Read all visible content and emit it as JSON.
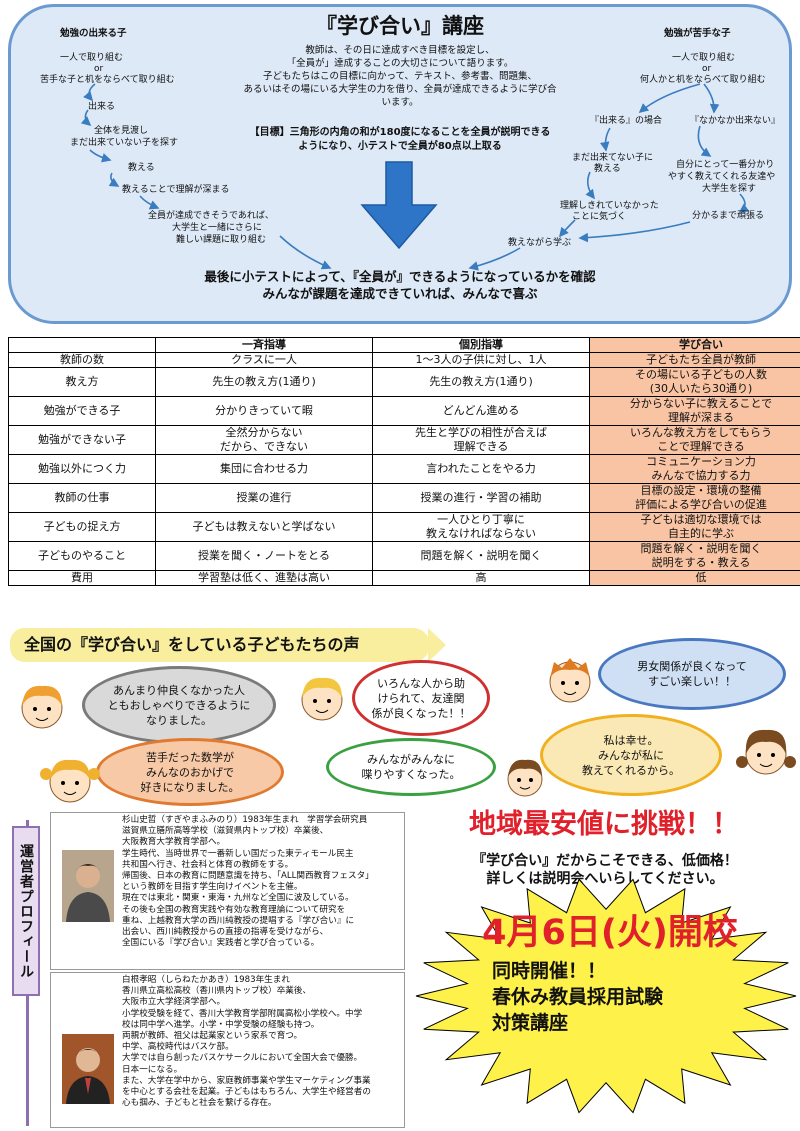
{
  "top": {
    "title": "『学び合い』講座",
    "left_flow": {
      "header": "勉強の出来る子",
      "step1": "一人で取り組む",
      "or": "or",
      "step1b": "苦手な子と机をならべて取り組む",
      "step2": "出来る",
      "step3a": "全体を見渡し",
      "step3b": "まだ出来ていない子を探す",
      "step4": "教える",
      "step5": "教えることで理解が深まる",
      "step6a": "全員が達成できそうであれば、",
      "step6b": "大学生と一緒にさらに",
      "step6c": "難しい課題に取り組む"
    },
    "right_flow": {
      "header": "勉強が苦手な子",
      "step1": "一人で取り組む",
      "or": "or",
      "step1b": "何人かと机をならべて取り組む",
      "branch_a": "『出来る』の場合",
      "branch_b": "『なかなか出来ない』",
      "a1a": "まだ出来てない子に",
      "a1b": "教える",
      "a2a": "理解しきれていなかった",
      "a2b": "ことに気づく",
      "a3": "教えながら学ぶ",
      "b1a": "自分にとって一番分かり",
      "b1b": "やすく教えてくれる友達や",
      "b1c": "大学生を探す",
      "b2": "分かるまで頑張る"
    },
    "center_lines": [
      "教師は、その日に達成すべき目標を設定し、",
      "「全員が」達成することの大切さについて語ります。",
      "子どもたちはこの目標に向かって、テキスト、参考書、問題集、",
      "あるいはその場にいる大学生の力を借り、全員が達成できるように学び合",
      "います。"
    ],
    "goal_lines": [
      "【目標】三角形の内角の和が180度になることを全員が説明できる",
      "ようになり、小テストで全員が80点以上取る"
    ],
    "final_lines": [
      "最後に小テストによって、『全員が』できるようになっているかを確認",
      "みんなが課題を達成できていれば、みんなで喜ぶ"
    ]
  },
  "table": {
    "headers": [
      "",
      "一斉指導",
      "個別指導",
      "学び合い"
    ],
    "rows": [
      {
        "label": "教師の数",
        "c1": "クラスに一人",
        "c2": "1～3人の子供に対し、1人",
        "c3": "子どもたち全員が教師"
      },
      {
        "label": "教え方",
        "c1": "先生の教え方(1通り)",
        "c2": "先生の教え方(1通り)",
        "c3": "その場にいる子どもの人数\n(30人いたら30通り)"
      },
      {
        "label": "勉強ができる子",
        "c1": "分かりきっていて暇",
        "c2": "どんどん進める",
        "c3": "分からない子に教えることで\n理解が深まる"
      },
      {
        "label": "勉強ができない子",
        "c1": "全然分からない\nだから、できない",
        "c2": "先生と学びの相性が合えば\n理解できる",
        "c3": "いろんな教え方をしてもらう\nことで理解できる"
      },
      {
        "label": "勉強以外につく力",
        "c1": "集団に合わせる力",
        "c2": "言われたことをやる力",
        "c3": "コミュニケーション力\nみんなで協力する力"
      },
      {
        "label": "教師の仕事",
        "c1": "授業の進行",
        "c2": "授業の進行・学習の補助",
        "c3": "目標の設定・環境の整備\n評価による学び合いの促進"
      },
      {
        "label": "子どもの捉え方",
        "c1": "子どもは教えないと学ばない",
        "c2": "一人ひとり丁寧に\n教えなければならない",
        "c3": "子どもは適切な環境では\n自主的に学ぶ"
      },
      {
        "label": "子どものやること",
        "c1": "授業を聞く・ノートをとる",
        "c2": "問題を解く・説明を聞く",
        "c3": "問題を解く・説明を聞く\n説明をする・教える"
      },
      {
        "label": "費用",
        "c1": "学習塾は低く、進塾は高い",
        "c2": "高",
        "c3": "低"
      }
    ]
  },
  "voices": {
    "banner": "全国の『学び合い』をしている子どもたちの声",
    "bubbles": [
      {
        "text": "あんまり仲良くなかった人\nともおしゃべりできるように\nなりました。",
        "color": "#7a7a7a",
        "fill": "#d9d9d9"
      },
      {
        "text": "いろんな人から助\nけられて、友達関\n係が良くなった！！",
        "color": "#d03030",
        "fill": "#ffffff"
      },
      {
        "text": "男女関係が良くなって\nすごい楽しい！！",
        "color": "#4a78c0",
        "fill": "#cfe0f5"
      },
      {
        "text": "苦手だった数学が\nみんなのおかげで\n好きになりました。",
        "color": "#e07a30",
        "fill": "#f7c9a6"
      },
      {
        "text": "みんながみんなに\n喋りやすくなった。",
        "color": "#3aa040",
        "fill": "#ffffff"
      },
      {
        "text": "私は幸せ。\nみんなが私に\n教えてくれるから。",
        "color": "#f0b020",
        "fill": "#fbe9b5"
      }
    ]
  },
  "profile": {
    "tab": "運営者プロフィール",
    "p1": [
      "杉山史哲（すぎやまふみのり）1983年生まれ　学習学会研究員",
      "滋賀県立膳所高等学校（滋賀県内トップ校）卒業後、",
      "大阪教育大学教育学部へ。",
      "学生時代、当時世界で一番新しい国だった東ティモール民主",
      "共和国へ行き、社会科と体育の教師をする。",
      "帰国後、日本の教育に問題意識を持ち、「ALL関西教育フェスタ」",
      "という教師を目指す学生向けイベントを主催。",
      "現在では東北・関東・東海・九州など全国に波及している。",
      "その後も全国の教育実践や有効な教育理論について研究を",
      "重ね、上越教育大学の西川純教授の提唱する『学び合い』に",
      "出会い、西川純教授からの直接の指導を受けながら、",
      "全国にいる『学び合い』実践者と学び合っている。"
    ],
    "p2": [
      "白根孝昭（しらねたかあき）1983年生まれ",
      "香川県立高松高校（香川県内トップ校）卒業後、",
      "大阪市立大学経済学部へ。",
      "小学校受験を経て、香川大学教育学部附属高松小学校へ。中学",
      "校は同中学へ進学。小学・中学受験の経験も持つ。",
      "両親が教師、祖父は起業家という家系で育つ。",
      "中学、高校時代はバスケ部。",
      "大学では自ら創ったバスケサークルにおいて全国大会で優勝。",
      "日本一になる。",
      "また、大学在学中から、家庭教師事業や学生マーケティング事業",
      "を中心とする会社を起業。子どもはもちろん、大学生や経営者の",
      "心も掴み、子どもと社会を繋げる存在。"
    ]
  },
  "promo": {
    "title": "地域最安値に挑戦！！",
    "line1": "『学び合い』だからこそできる、低価格！",
    "line2": "詳しくは説明会へいらしてください。",
    "date": "4月6日(火)開校",
    "burst1": "同時開催！！",
    "burst2": "春休み教員採用試験",
    "burst3": "対策講座",
    "burst_color": "#fdf14a"
  }
}
